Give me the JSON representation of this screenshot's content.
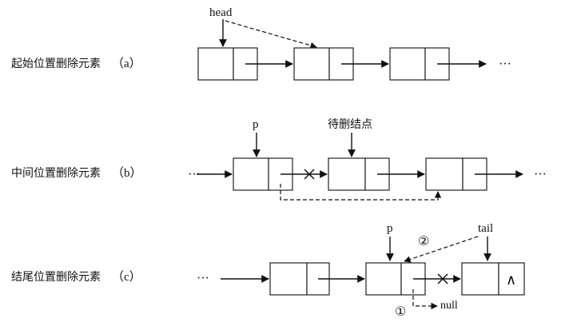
{
  "rows": [
    {
      "label": "起始位置删除元素",
      "tag": "（a）"
    },
    {
      "label": "中间位置删除元素",
      "tag": "（b）"
    },
    {
      "label": "结尾位置删除元素",
      "tag": "（c）"
    }
  ],
  "pointers": {
    "head": "head",
    "p_b": "p",
    "target": "待删结点",
    "p_c": "p",
    "tail": "tail"
  },
  "ellipsis": "···",
  "null_symbol": "∧",
  "step1": "①",
  "step2": "②",
  "null_text": "null"
}
